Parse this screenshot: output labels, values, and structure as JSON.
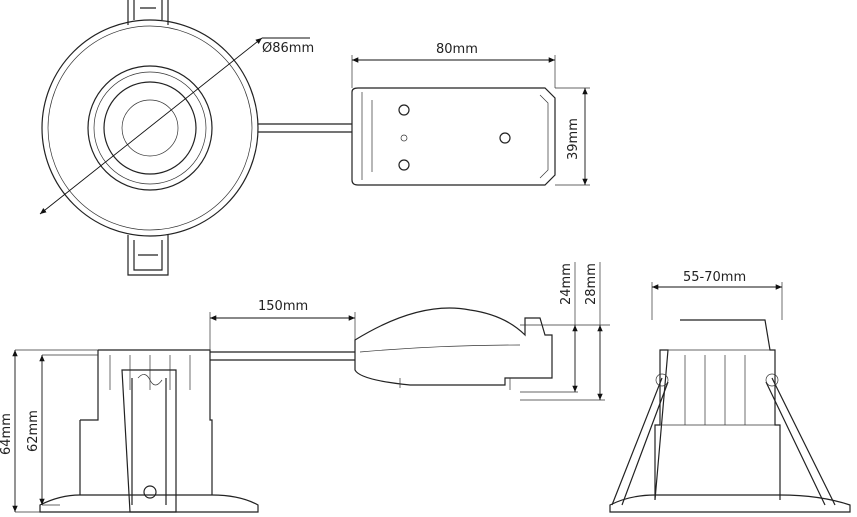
{
  "dimensions": {
    "diameter": "Ø86mm",
    "box_length": "80mm",
    "box_width": "39mm",
    "cable_length": "150mm",
    "box_height_low": "24mm",
    "box_height_high": "28mm",
    "cutout": "55-70mm",
    "total_height": "64mm",
    "recess_height": "62mm"
  }
}
